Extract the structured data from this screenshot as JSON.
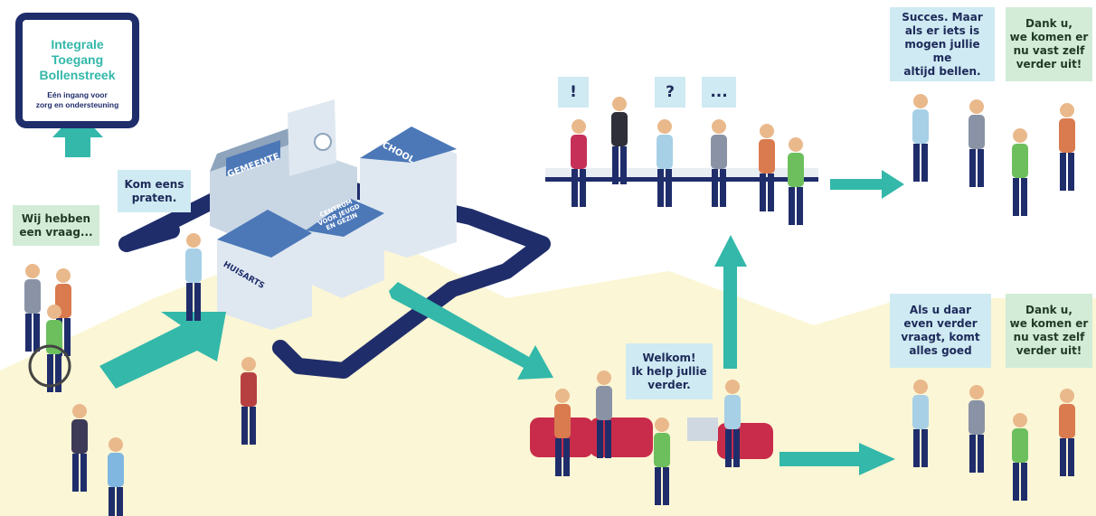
{
  "logo": {
    "title_lines": [
      "Integrale",
      "Toegang",
      "Bollenstreek"
    ],
    "subtitle_lines": [
      "Eén ingang voor",
      "zorg en ondersteuning"
    ]
  },
  "buildings": {
    "gemeente": "GEMEENTE",
    "school": "SCHOOL",
    "huisarts": "HUISARTS",
    "centrum_lines": [
      "CENTRUM",
      "VOOR JEUGD",
      "EN GEZIN"
    ]
  },
  "bubbles": {
    "question": [
      "Wij hebben",
      "een vraag..."
    ],
    "invite": [
      "Kom eens",
      "praten."
    ],
    "exclaim": "!",
    "query": "?",
    "dots": "...",
    "welcome": [
      "Welkom!",
      "Ik help jullie",
      "verder."
    ],
    "success": [
      "Succes. Maar",
      "als er iets is",
      "mogen jullie me",
      "altijd bellen."
    ],
    "thanks_top": [
      "Dank u,",
      "we komen er",
      "nu vast zelf",
      "verder uit!"
    ],
    "referral": [
      "Als u daar",
      "even verder",
      "vraagt, komt",
      "alles goed"
    ],
    "thanks_bottom": [
      "Dank u,",
      "we komen er",
      "nu vast zelf",
      "verder uit!"
    ]
  },
  "colors": {
    "navy": "#1f2d6b",
    "teal": "#33b8aa",
    "bubble_blue": "#cfeaf2",
    "bubble_green": "#d2ecd8",
    "cream": "#fbf6d5"
  }
}
